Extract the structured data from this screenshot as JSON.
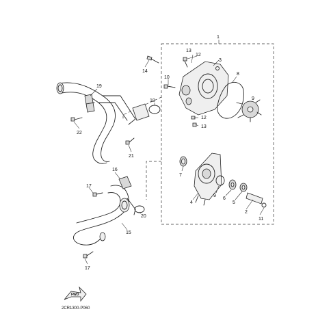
{
  "labels": {
    "n1": "1",
    "n2": "2",
    "n3": "3",
    "n4": "4",
    "n5": "5",
    "n6": "6",
    "n7": "7",
    "n8": "8",
    "n9": "9",
    "n10": "10",
    "n11": "11",
    "n12a": "12",
    "n12b": "12",
    "n13a": "13",
    "n13b": "13",
    "n14": "14",
    "n15": "15",
    "n16": "16",
    "n17a": "17",
    "n17b": "17",
    "n18": "18",
    "n19": "19",
    "n20": "20",
    "n21": "21",
    "n22": "22"
  },
  "forward_arrow": "FWD",
  "diagram_code": "2CR1300-P060"
}
